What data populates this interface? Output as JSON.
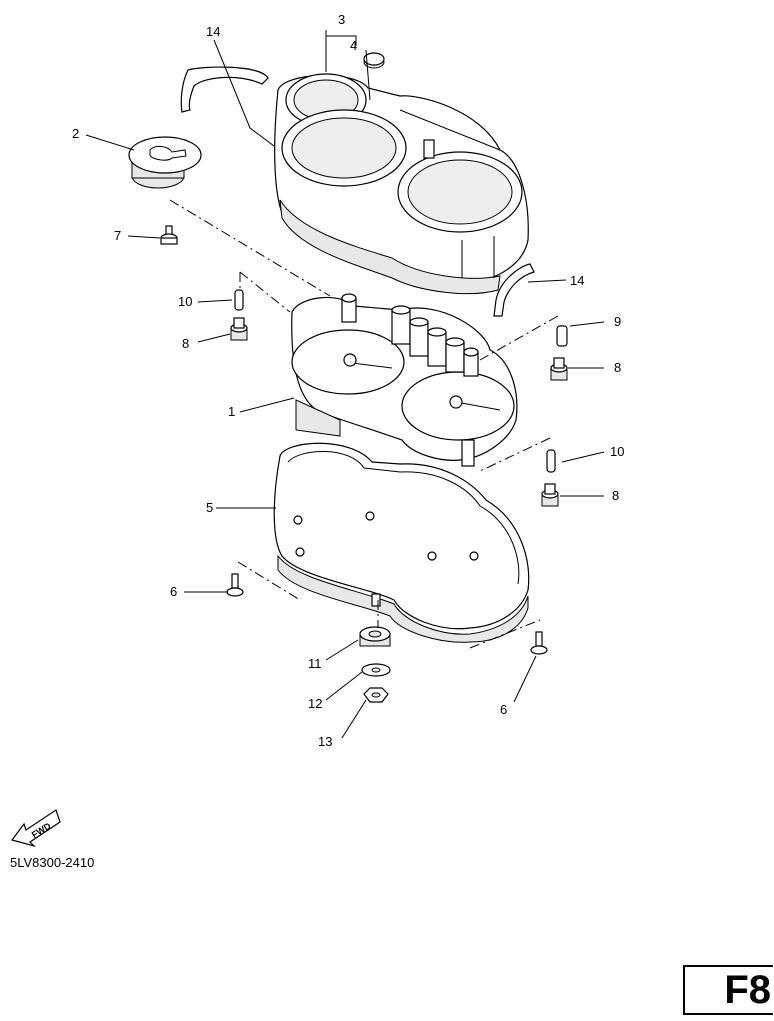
{
  "callouts": {
    "c1": "1",
    "c2": "2",
    "c3": "3",
    "c4": "4",
    "c5": "5",
    "c6a": "6",
    "c6b": "6",
    "c7": "7",
    "c8a": "8",
    "c8b": "8",
    "c8c": "8",
    "c9": "9",
    "c10a": "10",
    "c10b": "10",
    "c11": "11",
    "c12": "12",
    "c13": "13",
    "c14a": "14",
    "c14b": "14"
  },
  "fwd_arrow_text": "FWD",
  "catalog_code": "5LV8300-2410",
  "page_code": "F8"
}
